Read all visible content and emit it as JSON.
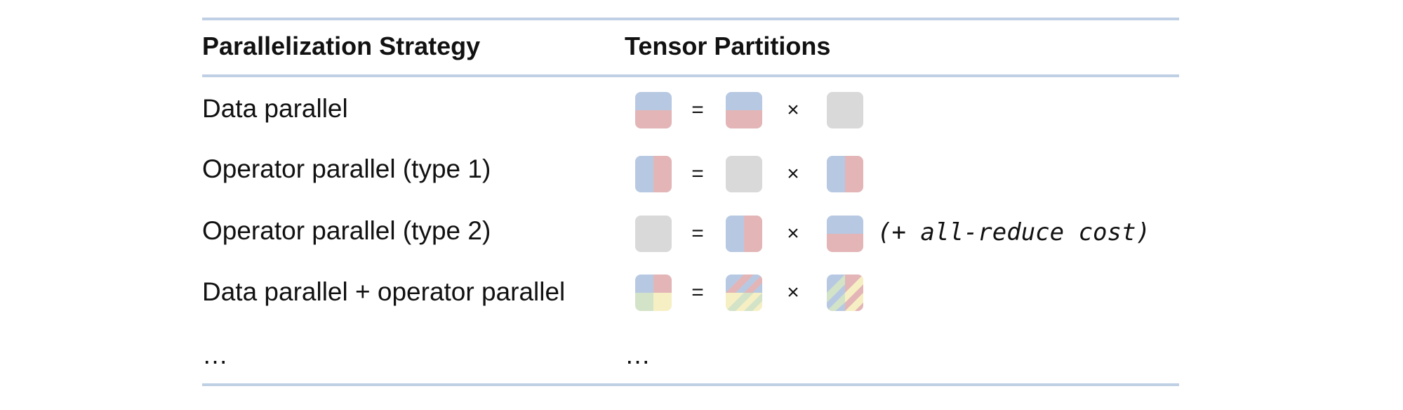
{
  "table": {
    "headers": {
      "strategy": "Parallelization Strategy",
      "partitions": "Tensor Partitions"
    },
    "rows": [
      {
        "strategy": "Data parallel",
        "equals": "=",
        "times": "×",
        "note": "",
        "tiles": [
          "row-split-blue-red",
          "row-split-blue-red",
          "replicated-gray"
        ]
      },
      {
        "strategy": "Operator parallel (type 1)",
        "equals": "=",
        "times": "×",
        "note": "",
        "tiles": [
          "col-split-blue-red",
          "replicated-gray",
          "col-split-blue-red"
        ]
      },
      {
        "strategy": "Operator parallel (type 2)",
        "equals": "=",
        "times": "×",
        "note": "(+ all-reduce cost)",
        "tiles": [
          "replicated-gray",
          "col-split-blue-red",
          "row-split-blue-red"
        ]
      },
      {
        "strategy": "Data parallel + operator parallel",
        "equals": "=",
        "times": "×",
        "note": "",
        "tiles": [
          "quad-split-four-color",
          "striped-four-color",
          "striped-four-color"
        ]
      },
      {
        "strategy": "…",
        "ellipsis": "…"
      }
    ]
  },
  "colors": {
    "rule": "#bfd0e4",
    "blue": "#b7c9e2",
    "red": "#e3b5b7",
    "gray": "#d9d9d9",
    "green": "#d3e3c8",
    "yellow": "#f7efc4"
  }
}
